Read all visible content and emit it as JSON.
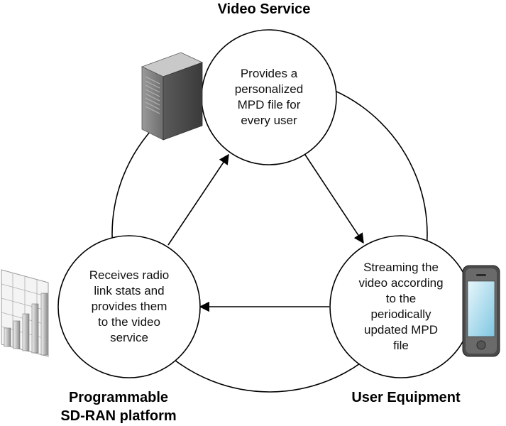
{
  "nodes": {
    "video_service": {
      "title": "Video Service",
      "text": "Provides a\npersonalized\nMPD file for\nevery user",
      "icon": "server-icon"
    },
    "sdran": {
      "title": "Programmable\nSD-RAN platform",
      "text": "Receives radio\nlink stats and\nprovides them\nto the video\nservice",
      "icon": "bar-chart-icon"
    },
    "user_equipment": {
      "title": "User Equipment",
      "text": "Streaming the\nvideo according\nto the\nperiodically\nupdated MPD\nfile",
      "icon": "smartphone-icon"
    }
  },
  "edges": [
    {
      "from": "video_service",
      "to": "user_equipment"
    },
    {
      "from": "user_equipment",
      "to": "sdran"
    },
    {
      "from": "sdran",
      "to": "video_service"
    }
  ]
}
